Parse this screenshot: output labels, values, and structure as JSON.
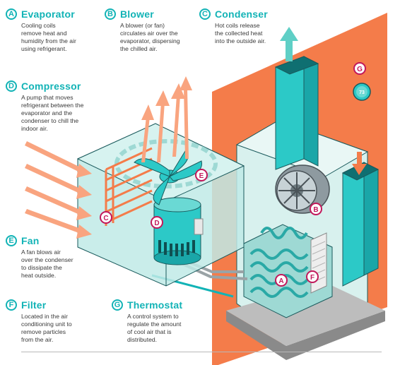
{
  "legend": [
    {
      "id": "a",
      "letter": "A",
      "title": "Evaporator",
      "desc": [
        "Cooling coils",
        "remove heat and",
        "humidity from the air",
        "using refrigerant."
      ]
    },
    {
      "id": "b",
      "letter": "B",
      "title": "Blower",
      "desc": [
        "A blower (or fan)",
        "circulates air over the",
        "evaporator, dispersing",
        "the chilled air."
      ]
    },
    {
      "id": "c",
      "letter": "C",
      "title": "Condenser",
      "desc": [
        "Hot coils release",
        "the collected heat",
        "into the outside air."
      ]
    },
    {
      "id": "d",
      "letter": "D",
      "title": "Compressor",
      "desc": [
        "A pump that moves",
        "refrigerant between the",
        "evaporator and the",
        "condenser to chill the",
        "indoor air."
      ]
    },
    {
      "id": "e",
      "letter": "E",
      "title": "Fan",
      "desc": [
        "A fan blows air",
        "over the condenser",
        "to dissipate the",
        "heat outside."
      ]
    },
    {
      "id": "f",
      "letter": "F",
      "title": "Filter",
      "desc": [
        "Located in the air",
        "conditioning unit to",
        "remove particles",
        "from the air."
      ]
    },
    {
      "id": "g",
      "letter": "G",
      "title": "Thermostat",
      "desc": [
        "A control system to",
        "regulate the amount",
        "of cool air that is",
        "distributed."
      ]
    }
  ],
  "diagram": {
    "markers": [
      "A",
      "B",
      "C",
      "D",
      "E",
      "F",
      "G"
    ],
    "thermostat_reading": "73"
  },
  "colors": {
    "teal": "#12b3b6",
    "orange": "#f47c4a",
    "marker": "#c2185b",
    "aqua": "#2cc9c7",
    "light_aqua": "#bfeae6"
  }
}
